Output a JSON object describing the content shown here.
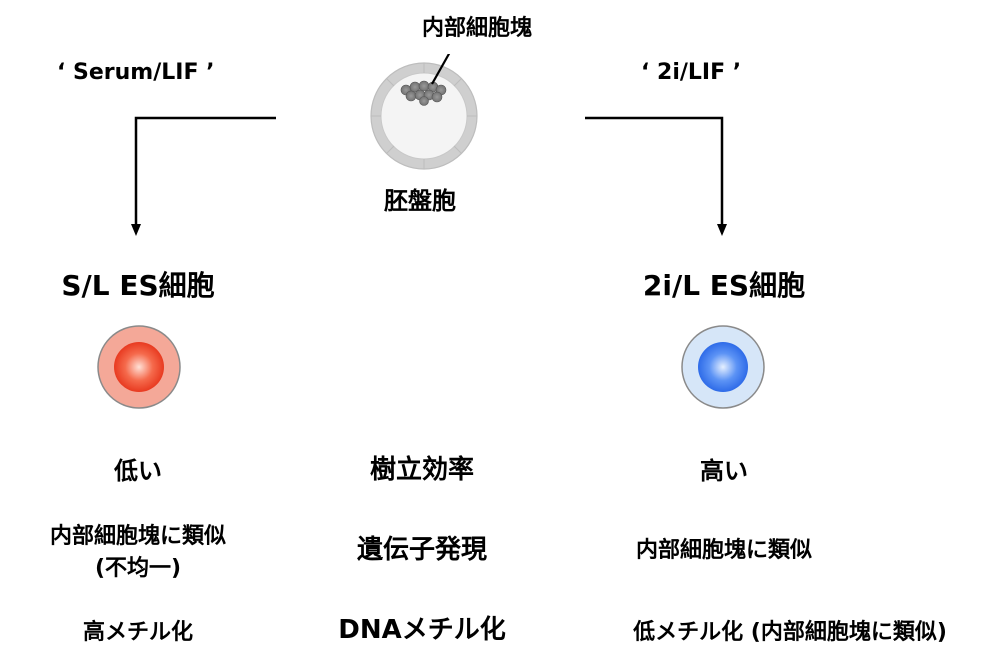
{
  "top": {
    "inner_cell_mass_label": "内部細胞塊",
    "blastocyst_label": "胚盤胞",
    "left_condition": "‘ Serum/LIF ’",
    "right_condition": "‘ 2i/LIF ’"
  },
  "left": {
    "title": "S/L ES細胞",
    "cell_color": "#f0a090",
    "core_color": "#ef4a2e",
    "efficiency": "低い",
    "expression_line1": "内部細胞塊に類似",
    "expression_line2": "(不均一)",
    "methylation": "高メチル化"
  },
  "right": {
    "title": "2i/L ES細胞",
    "cell_color": "#d4e4f6",
    "core_color": "#3e7ff0",
    "efficiency": "高い",
    "expression": "内部細胞塊に類似",
    "methylation": "低メチル化 (内部細胞塊に類似)"
  },
  "center": {
    "efficiency_label": "樹立効率",
    "expression_label": "遺伝子発現",
    "methylation_label": "DNAメチル化"
  }
}
